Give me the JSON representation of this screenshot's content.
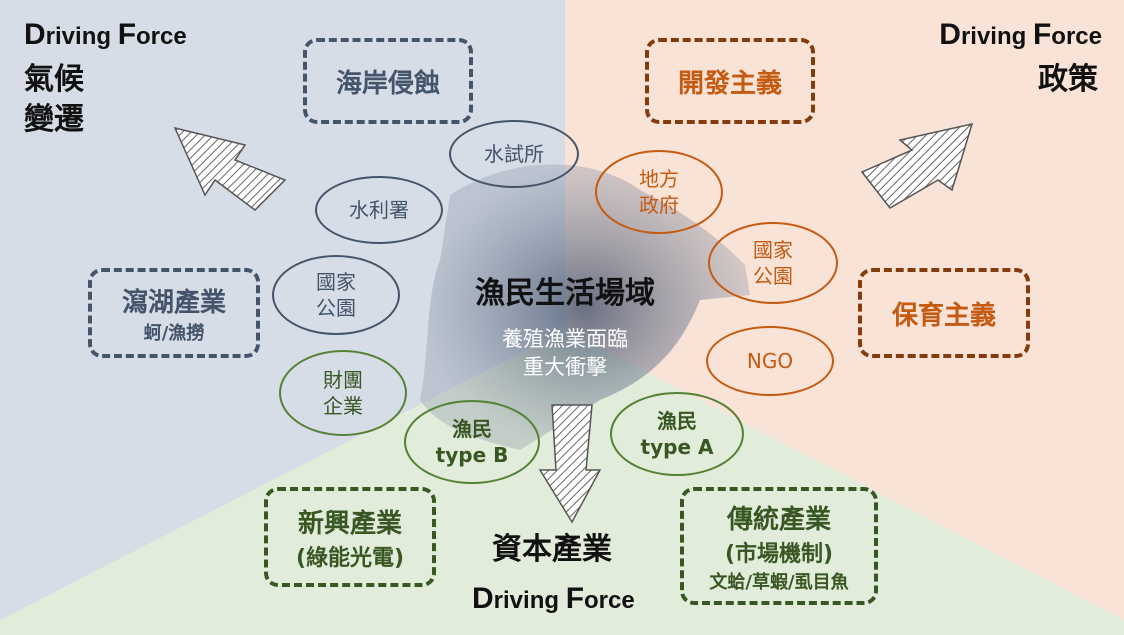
{
  "colors": {
    "blue_region": "#d6dde7",
    "orange_region": "#f9e2d6",
    "green_region": "#e2ecda",
    "blue": "#44546a",
    "orange": "#c55a11",
    "green": "#548235"
  },
  "forces": [
    {
      "label": "Driving Force",
      "title_lines": [
        "氣候",
        "變遷"
      ]
    },
    {
      "label": "Driving Force",
      "title_lines": [
        "政策"
      ]
    },
    {
      "label": "Driving Force",
      "title_lines": [
        "資本產業"
      ]
    }
  ],
  "boxes": {
    "coastal_erosion": {
      "main": "海岸侵蝕"
    },
    "lagoon": {
      "main": "瀉湖產業",
      "sub": "蚵/漁撈"
    },
    "development": {
      "main": "開發主義"
    },
    "conservation": {
      "main": "保育主義"
    },
    "emerging": {
      "main": "新興產業",
      "sub": "(綠能光電)"
    },
    "traditional": {
      "main": "傳統產業",
      "sub": "(市場機制)",
      "sub2": "文蛤/草蝦/虱目魚"
    }
  },
  "actors": {
    "water_research": "水試所",
    "water_resources": "水利署",
    "national_park_left": [
      "國家",
      "公園"
    ],
    "corporations": [
      "財團",
      "企業"
    ],
    "fisher_b": [
      "漁民",
      "type B"
    ],
    "fisher_a": [
      "漁民",
      "type A"
    ],
    "local_gov": [
      "地方",
      "政府"
    ],
    "national_park_right": [
      "國家",
      "公園"
    ],
    "ngo": "NGO"
  },
  "center": {
    "title": "漁民生活場域",
    "sub_lines": [
      "養殖漁業面臨",
      "重大衝擊"
    ]
  }
}
